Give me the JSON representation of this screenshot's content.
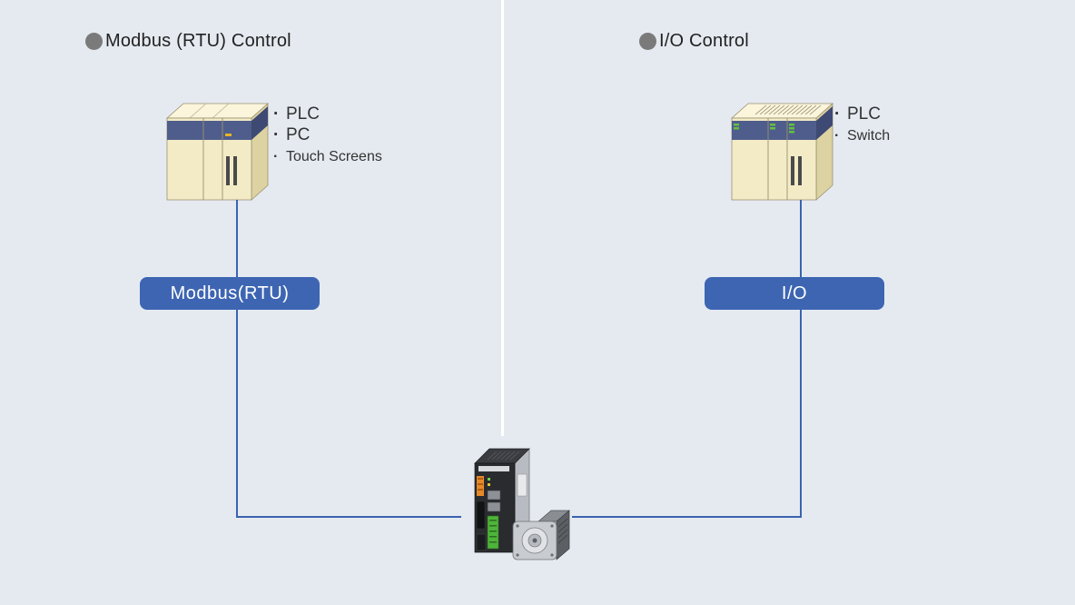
{
  "diagram": {
    "left_section": {
      "title": "Modbus (RTU) Control",
      "devices": [
        "PLC",
        "PC",
        "Touch Screens"
      ],
      "connection_label": "Modbus(RTU)",
      "icon": "plc-rack-icon"
    },
    "right_section": {
      "title": "I/O Control",
      "devices": [
        "PLC",
        "Switch"
      ],
      "connection_label": "I/O",
      "icon": "plc-rack-icon"
    },
    "center_device": {
      "icon": "driver-and-stepper-motor-icon"
    },
    "colors": {
      "background": "#e5eaf1",
      "connection": "#3d65b2",
      "plc_body": "#f3ebc6",
      "plc_band": "#4f5d8c",
      "bullet": "#7a7a7a"
    }
  }
}
